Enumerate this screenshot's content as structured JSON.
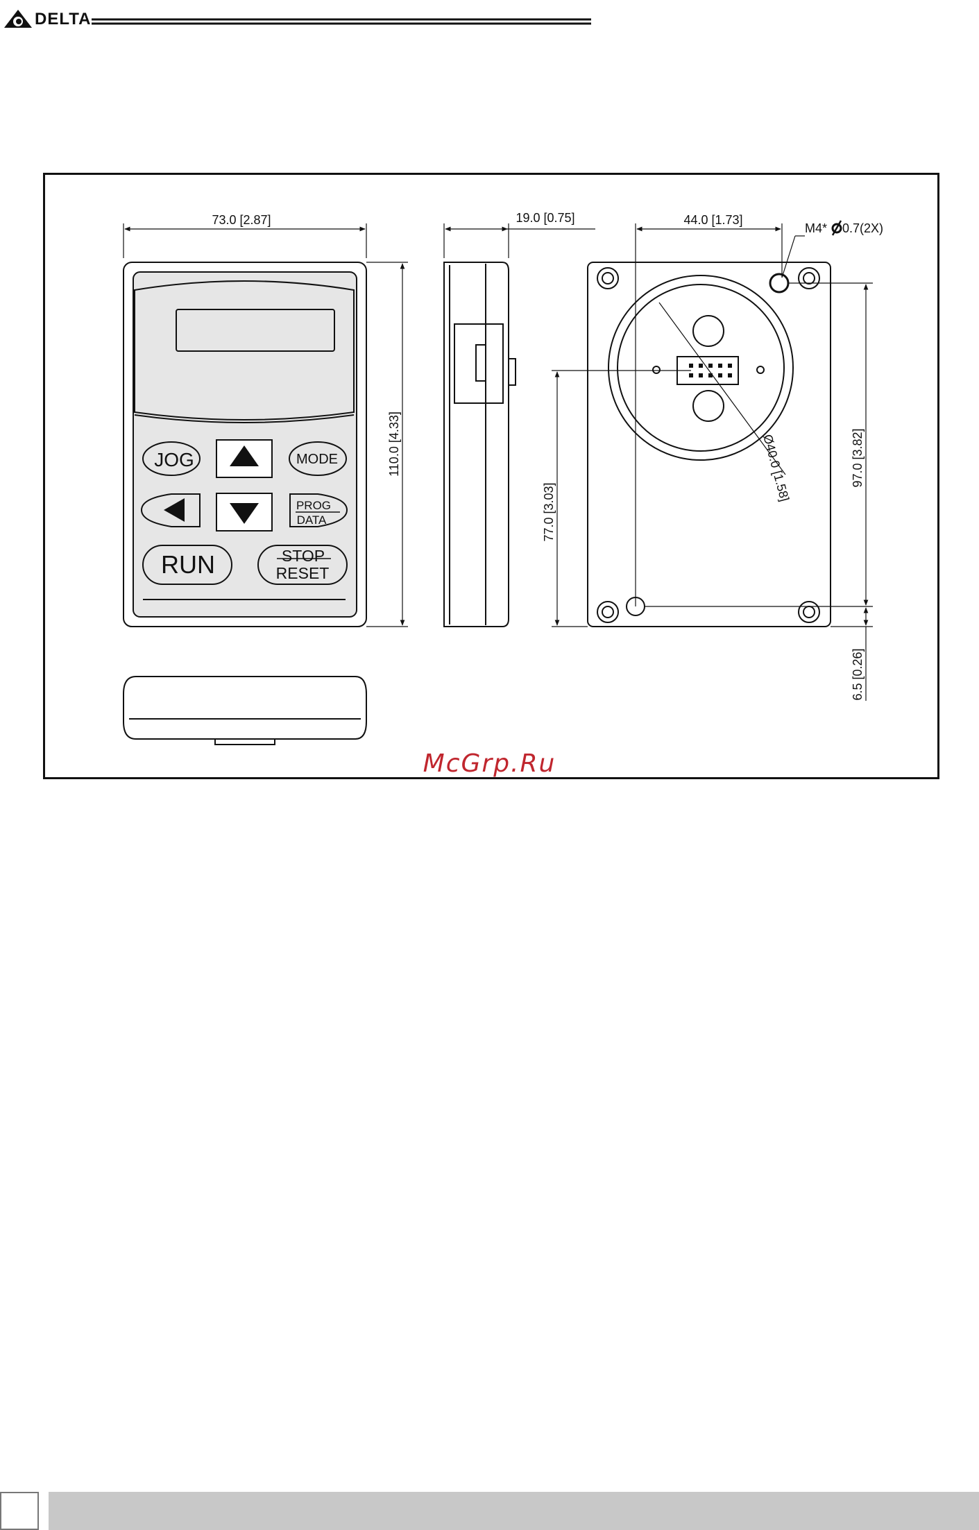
{
  "header": {
    "brand": "DELTA"
  },
  "watermark": "McGrp.Ru",
  "keypad": {
    "keys": {
      "jog": "JOG",
      "mode": "MODE",
      "prog": "PROG",
      "data": "DATA",
      "run": "RUN",
      "stop": "STOP",
      "reset": "RESET"
    }
  },
  "dimensions": {
    "front_width": "73.0 [2.87]",
    "front_height": "110.0 [4.33]",
    "side_depth": "19.0 [0.75]",
    "rear_hole_spacing": "44.0 [1.73]",
    "screw_note_prefix": "M4*",
    "screw_note_value": "0.7(2X)",
    "rear_vertical": "97.0 [3.82]",
    "connector_height": "77.0 [3.03]",
    "circle_diameter": "Ø40.0 [1.58]",
    "bottom_offset": "6.5 [0.26]"
  },
  "colors": {
    "line": "#111111",
    "watermark": "#c0262e",
    "footer_bar": "#c8c8c8",
    "bezel": "#e6e6e6"
  }
}
